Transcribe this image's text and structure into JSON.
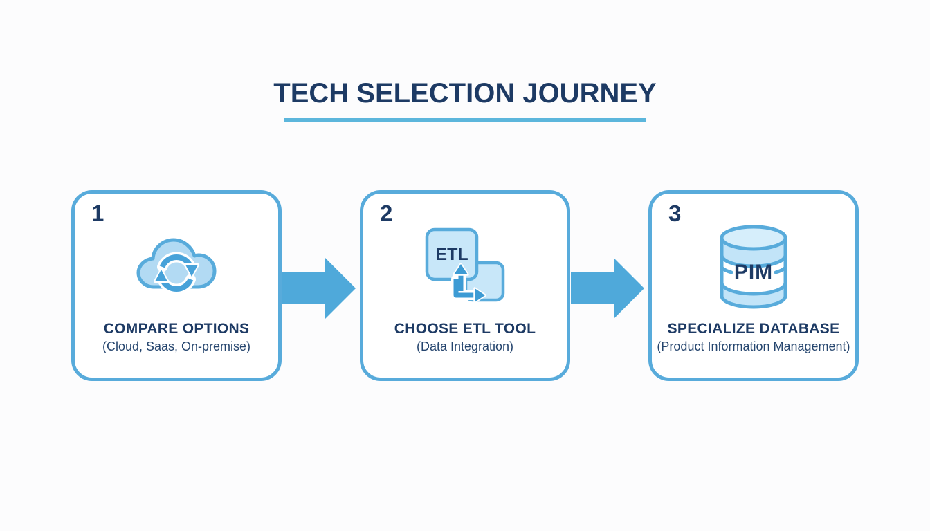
{
  "title": "TECH SELECTION JOURNEY",
  "steps": [
    {
      "number": "1",
      "heading": "COMPARE OPTIONS",
      "subheading": "(Cloud, Saas, On-premise)",
      "icon": "cloud-sync-icon"
    },
    {
      "number": "2",
      "heading": "CHOOSE ETL TOOL",
      "subheading": "(Data Integration)",
      "icon": "etl-transfer-icon",
      "icon_label": "ETL"
    },
    {
      "number": "3",
      "heading": "SPECIALIZE DATABASE",
      "subheading": "(Product Information Management)",
      "icon": "pim-database-icon",
      "icon_label": "PIM"
    }
  ],
  "colors": {
    "navy": "#1d3a64",
    "navy_soft": "#25456e",
    "blue_border": "#58abdb",
    "blue_arrow": "#4fa9da",
    "blue_underline": "#5cb6dc",
    "fill_light": "#c8e7f9",
    "fill_cloud": "#b2daf3",
    "fill_cap": "#d6eefb",
    "bg": "#fcfcfd",
    "card_bg": "#ffffff"
  }
}
